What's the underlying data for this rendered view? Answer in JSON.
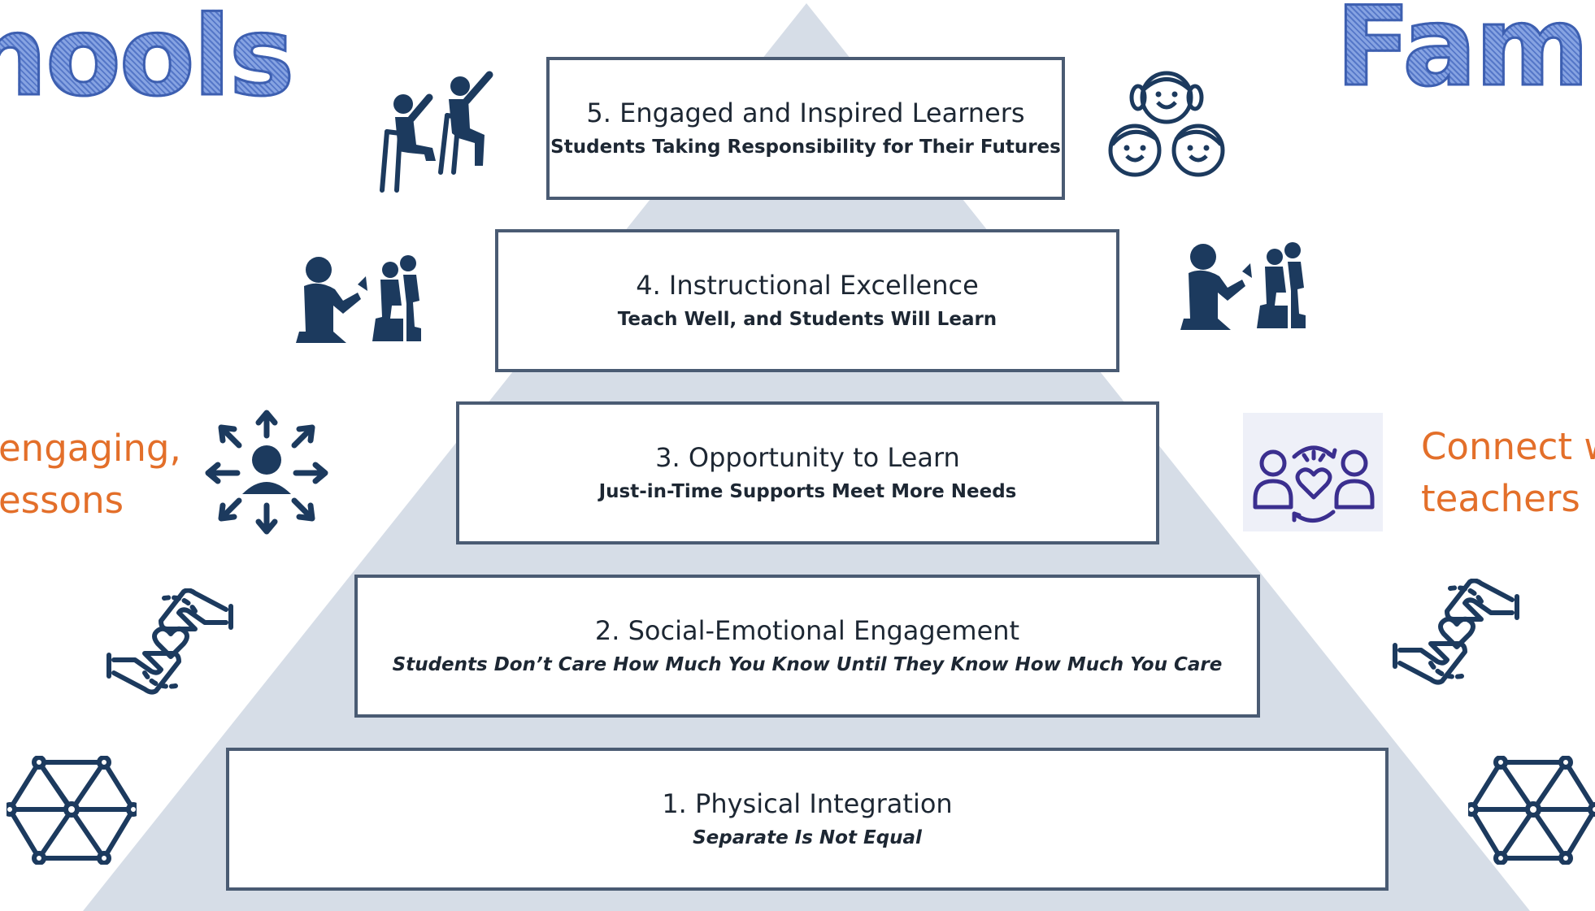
{
  "titles": {
    "left": "hools",
    "right": "Famil"
  },
  "side_text": {
    "left_line1": "engaging,",
    "left_line2": "essons",
    "right_line1": "Connect w",
    "right_line2": "teachers"
  },
  "tiers": [
    {
      "title": "5. Engaged and Inspired Learners",
      "subtitle": "Students Taking Responsibility for Their Futures"
    },
    {
      "title": "4. Instructional Excellence",
      "subtitle": "Teach Well, and Students Will Learn"
    },
    {
      "title": "3. Opportunity to Learn",
      "subtitle": "Just-in-Time Supports Meet More Needs"
    },
    {
      "title": "2. Social-Emotional Engagement",
      "subtitle": "Students Don’t Care How Much You Know Until They Know How Much You Care"
    },
    {
      "title": "1. Physical Integration",
      "subtitle": "Separate Is Not Equal"
    }
  ],
  "icons": {
    "students-raising-hands": "students-raising-hands-icon",
    "children-faces": "children-faces-icon",
    "teacher-with-students": "teacher-with-students-icon",
    "person-arrows": "person-arrows-icon",
    "connect-people-heart": "connect-people-heart-icon",
    "hands-heart": "hands-heart-icon",
    "network": "network-icon"
  },
  "colors": {
    "pyramid": "#d6dde7",
    "tier_border": "#4a5b73",
    "icon_navy": "#1c3a5e",
    "accent_orange": "#e36f2a",
    "title_blue": "#6b8dd6",
    "icon_purple": "#3b2f8f"
  }
}
